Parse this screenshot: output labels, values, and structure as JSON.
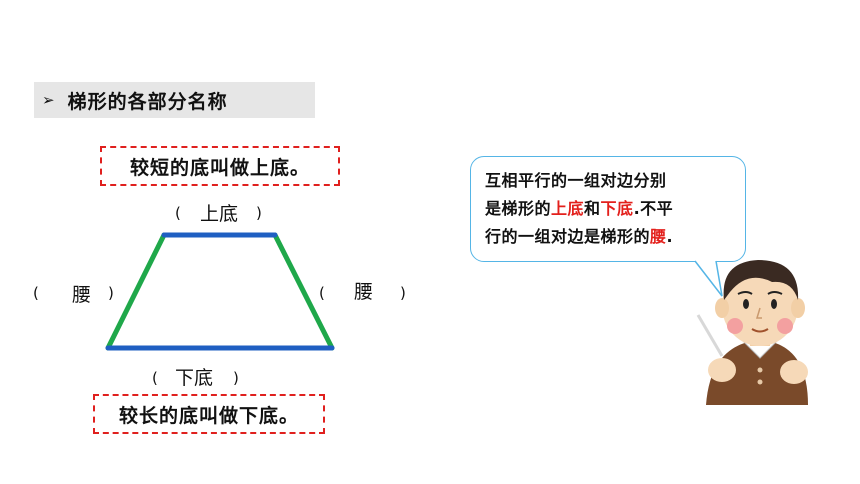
{
  "section": {
    "bullet": "➢",
    "title": "梯形的各部分名称"
  },
  "definitions": {
    "upper": "较短的底叫做上底。",
    "lower": "较长的底叫做下底。"
  },
  "labels": {
    "top": "上底",
    "bottom": "下底",
    "left": "腰",
    "right": "腰",
    "paren_open": "(",
    "paren_close": ")"
  },
  "bubble": {
    "line1": "互相平行的一组对边分别",
    "line2_a": "是梯形的",
    "line2_upper": "上底",
    "line2_b": "和",
    "line2_lower": "下底",
    "line2_c": ".不平",
    "line3_a": "行的一组对边是梯形的",
    "line3_leg": "腰",
    "line3_c": "."
  },
  "colors": {
    "bases": "#1f5fc2",
    "legs": "#1fa84a",
    "accent_red": "#e3201c",
    "bubble_border": "#55b5e6"
  }
}
